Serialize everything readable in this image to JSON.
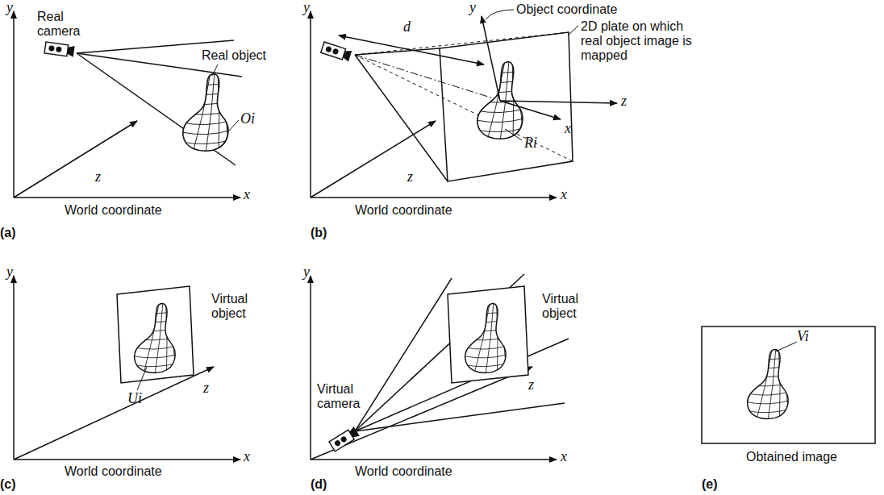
{
  "diagram": {
    "labels": [
      "y",
      "Real camera",
      "Real object",
      "Oi",
      "z",
      "World coordinate",
      "x",
      "(a)",
      "y",
      "d",
      "y",
      "Object coordinate",
      "2D plate on which real object image is mapped",
      "z",
      "x",
      "Ri",
      "z",
      "World coordinate",
      "x",
      "(b)",
      "y",
      "Virtual object",
      "z",
      "Ui",
      "World coordinate",
      "x",
      "(c)",
      "y",
      "Virtual object",
      "z",
      "Virtual camera",
      "World coordinate",
      "x",
      "(d)",
      "Vi",
      "Obtained image",
      "(e)"
    ]
  }
}
